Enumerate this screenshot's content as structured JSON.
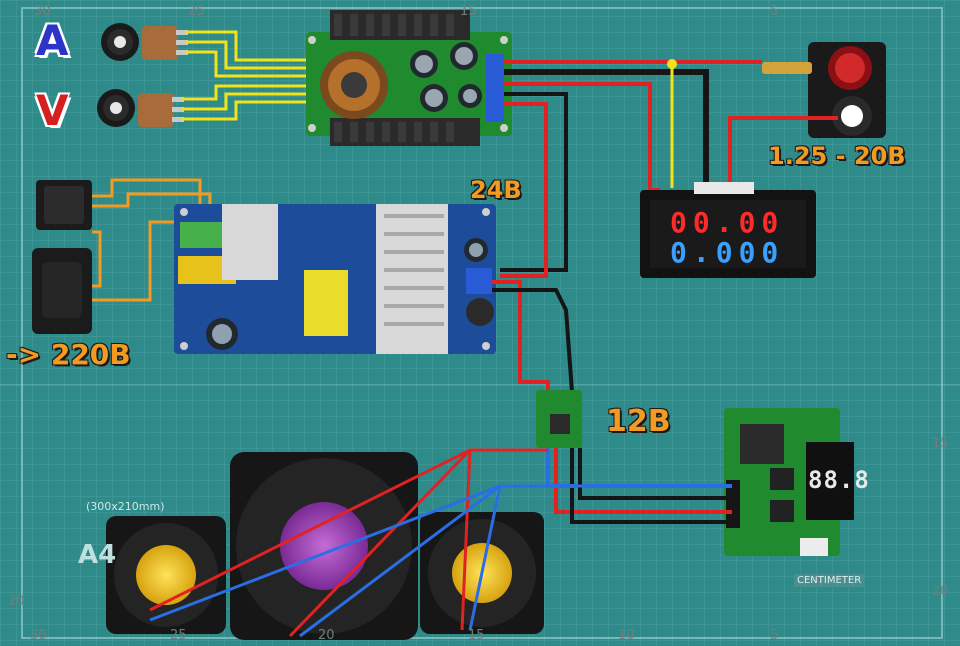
{
  "labels": {
    "amp_letter": "A",
    "volt_letter": "V",
    "out_range": "1.25 - 20B",
    "v24": "24B",
    "v220": "-> 220B",
    "v12": "12B"
  },
  "display": {
    "top": "00.00",
    "bottom": "0.000"
  },
  "thermostat": {
    "readout": "88.8"
  },
  "ruler_marks": {
    "top_30": "30",
    "top_25": "25",
    "top_15": "15",
    "top_5": "5",
    "left_20": "20",
    "bottom_30": "30",
    "bottom_25": "25",
    "bottom_20": "20",
    "bottom_15": "15",
    "bottom_10": "10",
    "bottom_5": "5",
    "right_15": "15",
    "right_20": "20",
    "centimeter": "CENTIMETER",
    "mat_size": "(300x210mm)",
    "a4": "A4"
  },
  "colors": {
    "mat": "#2f8a8a",
    "wire_red": "#e02222",
    "wire_black": "#151515",
    "wire_yellow": "#f2e21a",
    "wire_blue": "#2a6ee6",
    "wire_orange": "#f39a22",
    "pcb_blue": "#1d4d9a",
    "pcb_green": "#1f8a2e",
    "seg_red": "#ff2a2a",
    "seg_blue": "#3aa0ff"
  }
}
